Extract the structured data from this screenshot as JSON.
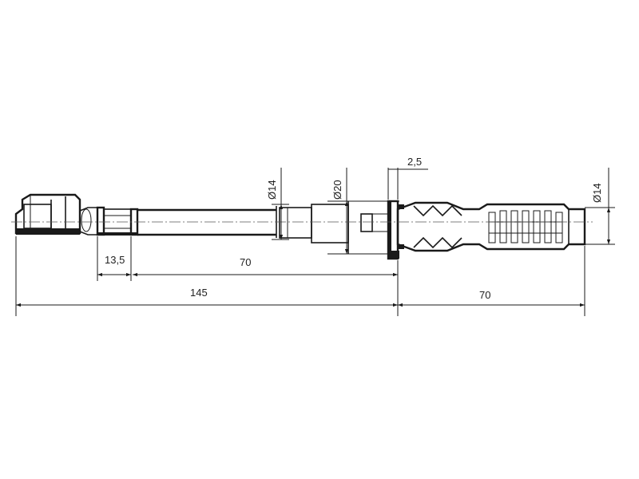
{
  "dimensions": {
    "d_rod": "Ø14",
    "d_collar": "Ø20",
    "washer": "2,5",
    "d_plug": "Ø14",
    "head_len": "13,5",
    "rod_len": "70",
    "total_len": "145",
    "plug_len": "70"
  }
}
